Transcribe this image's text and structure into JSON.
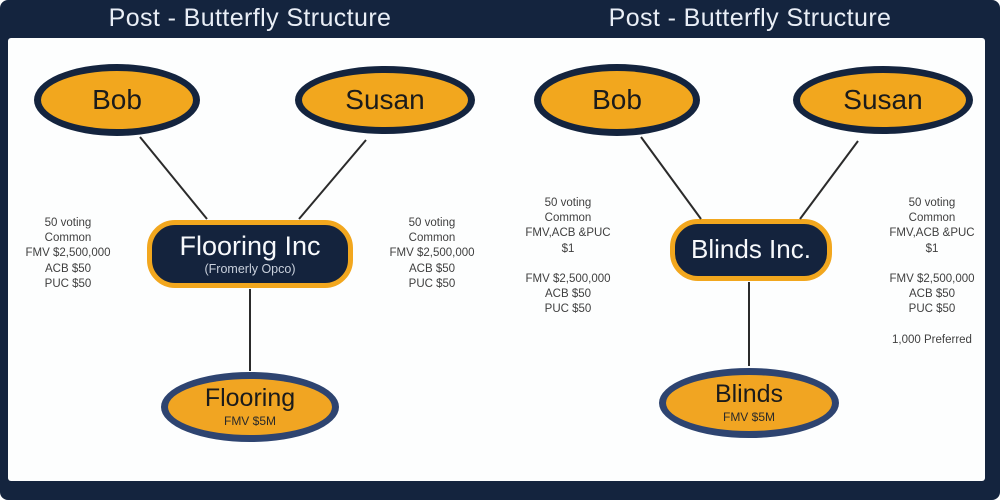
{
  "colors": {
    "frame_navy": "#14243E",
    "canvas_white": "#FDFEFE",
    "accent_orange": "#F2A71E",
    "owner_border_navy": "#14243E",
    "subsidiary_border_blue": "#2E4470",
    "title_text": "#E9EEF6",
    "label_text": "#3F3F3F",
    "connector": "#2B2B2B"
  },
  "slides": [
    {
      "title": "Post - Butterfly Structure",
      "owner_left": "Bob",
      "owner_right": "Susan",
      "company_name": "Flooring Inc",
      "company_subtitle": "(Fromerly Opco)",
      "label_left": "50 voting\nCommon\nFMV $2,500,000\nACB $50\nPUC $50",
      "label_right": "50 voting\nCommon\nFMV $2,500,000\nACB $50\nPUC $50",
      "subsidiary_name": "Flooring",
      "subsidiary_value": "FMV $5M"
    },
    {
      "title": "Post - Butterfly Structure",
      "owner_left": "Bob",
      "owner_right": "Susan",
      "company_name": "Blinds Inc.",
      "company_subtitle": "",
      "label_left": "50 voting\nCommon\nFMV,ACB &PUC\n$1\n\nFMV $2,500,000\nACB $50\nPUC $50",
      "label_right": "50 voting\nCommon\nFMV,ACB &PUC\n$1\n\nFMV $2,500,000\nACB $50\nPUC $50\n\n1,000 Preferred",
      "subsidiary_name": "Blinds",
      "subsidiary_value": "FMV $5M"
    }
  ]
}
